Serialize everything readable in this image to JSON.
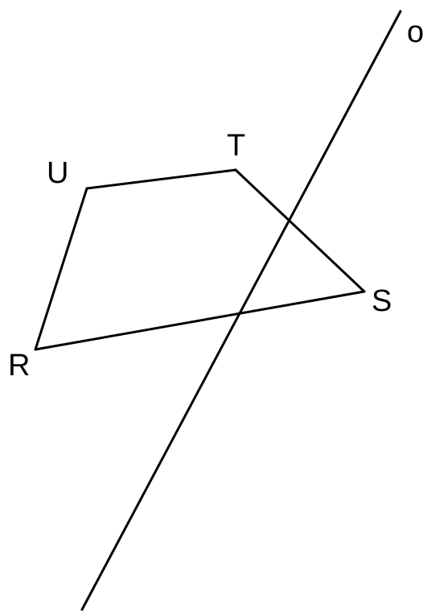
{
  "diagram": {
    "labels": {
      "U": "U",
      "T": "T",
      "S": "S",
      "R": "R",
      "line": "o"
    },
    "edges": [
      {
        "from": "U",
        "to": "T"
      },
      {
        "from": "T",
        "to": "S"
      },
      {
        "from": "S",
        "to": "R"
      },
      {
        "from": "R",
        "to": "U"
      }
    ],
    "colors": {
      "stroke": "#000000",
      "background": "#ffffff"
    }
  }
}
